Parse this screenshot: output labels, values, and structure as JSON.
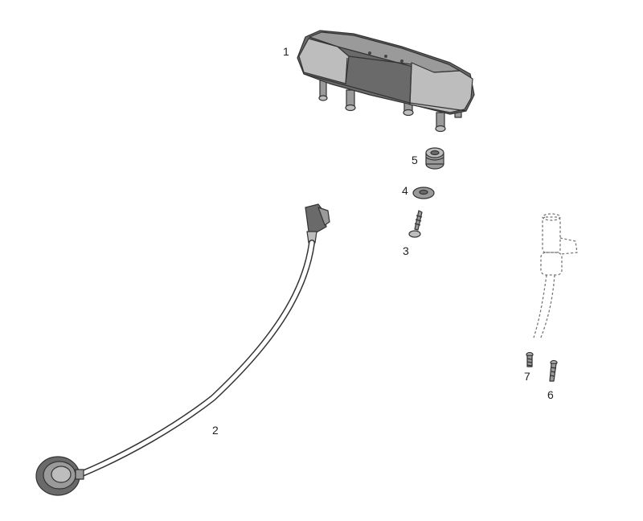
{
  "diagram": {
    "parts": [
      {
        "ref": "1",
        "icon": "instrument-cluster-icon"
      },
      {
        "ref": "2",
        "icon": "speed-sensor-cable-icon"
      },
      {
        "ref": "3",
        "icon": "self-tapping-screw-icon"
      },
      {
        "ref": "4",
        "icon": "washer-icon"
      },
      {
        "ref": "5",
        "icon": "rubber-grommet-icon"
      },
      {
        "ref": "6",
        "icon": "screw-icon"
      },
      {
        "ref": "7",
        "icon": "screw-icon"
      }
    ]
  }
}
